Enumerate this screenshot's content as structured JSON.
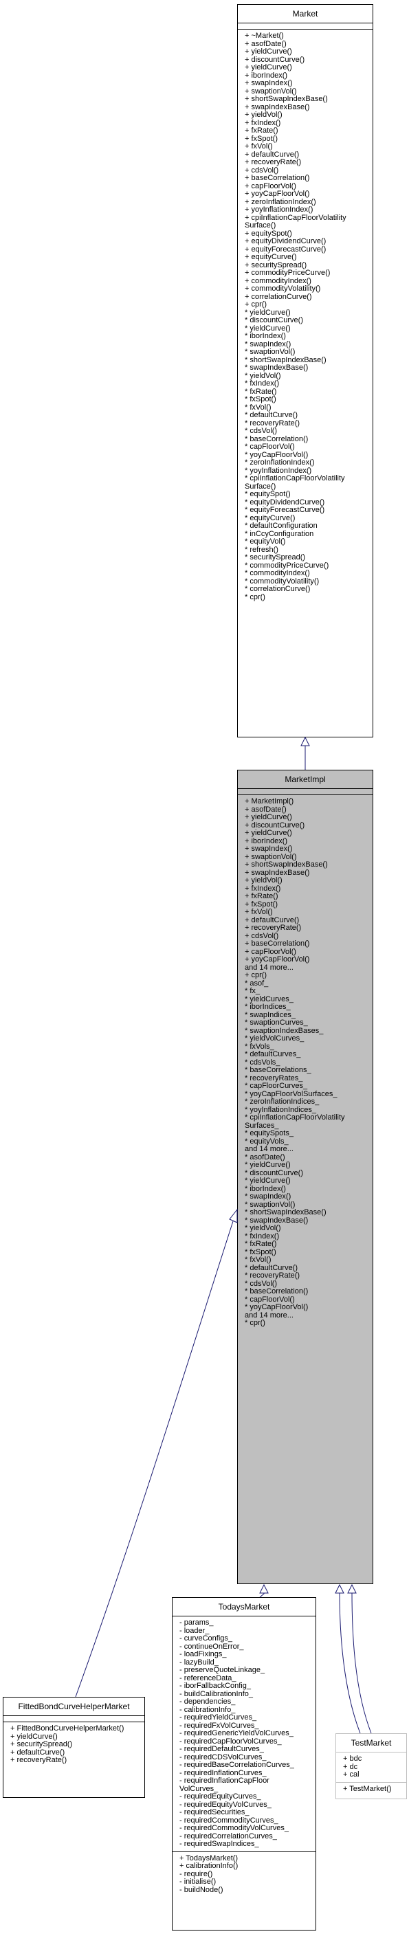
{
  "classes": {
    "market": {
      "name": "Market",
      "attributes": [],
      "methods": [
        "+ ~Market()",
        "+ asofDate()",
        "+ yieldCurve()",
        "+ discountCurve()",
        "+ yieldCurve()",
        "+ iborIndex()",
        "+ swapIndex()",
        "+ swaptionVol()",
        "+ shortSwapIndexBase()",
        "+ swapIndexBase()",
        "+ yieldVol()",
        "+ fxIndex()",
        "+ fxRate()",
        "+ fxSpot()",
        "+ fxVol()",
        "+ defaultCurve()",
        "+ recoveryRate()",
        "+ cdsVol()",
        "+ baseCorrelation()",
        "+ capFloorVol()",
        "+ yoyCapFloorVol()",
        "+ zeroInflationIndex()",
        "+ yoyInflationIndex()",
        "+ cpiInflationCapFloorVolatility",
        "Surface()",
        "+ equitySpot()",
        "+ equityDividendCurve()",
        "+ equityForecastCurve()",
        "+ equityCurve()",
        "+ securitySpread()",
        "+ commodityPriceCurve()",
        "+ commodityIndex()",
        "+ commodityVolatility()",
        "+ correlationCurve()",
        "+ cpr()",
        "* yieldCurve()",
        "* discountCurve()",
        "* yieldCurve()",
        "* iborIndex()",
        "* swapIndex()",
        "* swaptionVol()",
        "* shortSwapIndexBase()",
        "* swapIndexBase()",
        "* yieldVol()",
        "* fxIndex()",
        "* fxRate()",
        "* fxSpot()",
        "* fxVol()",
        "* defaultCurve()",
        "* recoveryRate()",
        "* cdsVol()",
        "* baseCorrelation()",
        "* capFloorVol()",
        "* yoyCapFloorVol()",
        "* zeroInflationIndex()",
        "* yoyInflationIndex()",
        "* cpiInflationCapFloorVolatility",
        "Surface()",
        "* equitySpot()",
        "* equityDividendCurve()",
        "* equityForecastCurve()",
        "* equityCurve()",
        "* defaultConfiguration",
        "* inCcyConfiguration",
        "* equityVol()",
        "* refresh()",
        "* securitySpread()",
        "* commodityPriceCurve()",
        "* commodityIndex()",
        "* commodityVolatility()",
        "* correlationCurve()",
        "* cpr()"
      ]
    },
    "marketimpl": {
      "name": "MarketImpl",
      "attributes": [],
      "methods": [
        "+ MarketImpl()",
        "+ asofDate()",
        "+ yieldCurve()",
        "+ discountCurve()",
        "+ yieldCurve()",
        "+ iborIndex()",
        "+ swapIndex()",
        "+ swaptionVol()",
        "+ shortSwapIndexBase()",
        "+ swapIndexBase()",
        "+ yieldVol()",
        "+ fxIndex()",
        "+ fxRate()",
        "+ fxSpot()",
        "+ fxVol()",
        "+ defaultCurve()",
        "+ recoveryRate()",
        "+ cdsVol()",
        "+ baseCorrelation()",
        "+ capFloorVol()",
        "+ yoyCapFloorVol()",
        "and 14 more...",
        "+ cpr()",
        "* asof_",
        "* fx_",
        "* yieldCurves_",
        "* iborIndices_",
        "* swapIndices_",
        "* swaptionCurves_",
        "* swaptionIndexBases_",
        "* yieldVolCurves_",
        "* fxVols_",
        "* defaultCurves_",
        "* cdsVols_",
        "* baseCorrelations_",
        "* recoveryRates_",
        "* capFloorCurves_",
        "* yoyCapFloorVolSurfaces_",
        "* zeroInflationIndices_",
        "* yoyInflationIndices_",
        "* cpiInflationCapFloorVolatility",
        "Surfaces_",
        "* equitySpots_",
        "* equityVols_",
        "and 14 more...",
        "* asofDate()",
        "* yieldCurve()",
        "* discountCurve()",
        "* yieldCurve()",
        "* iborIndex()",
        "* swapIndex()",
        "* swaptionVol()",
        "* shortSwapIndexBase()",
        "* swapIndexBase()",
        "* yieldVol()",
        "* fxIndex()",
        "* fxRate()",
        "* fxSpot()",
        "* fxVol()",
        "* defaultCurve()",
        "* recoveryRate()",
        "* cdsVol()",
        "* baseCorrelation()",
        "* capFloorVol()",
        "* yoyCapFloorVol()",
        "and 14 more...",
        "* cpr()"
      ]
    },
    "fittedbond": {
      "name": "FittedBondCurveHelperMarket",
      "attributes": [],
      "methods": [
        "+ FittedBondCurveHelperMarket()",
        "+ yieldCurve()",
        "+ securitySpread()",
        "+ defaultCurve()",
        "+ recoveryRate()"
      ]
    },
    "todaysmarket": {
      "name": "TodaysMarket",
      "attributes": [
        "- params_",
        "- loader_",
        "- curveConfigs_",
        "- continueOnError_",
        "- loadFixings_",
        "- lazyBuild_",
        "- preserveQuoteLinkage_",
        "- referenceData_",
        "- iborFallbackConfig_",
        "- buildCalibrationInfo_",
        "- dependencies_",
        "- calibrationInfo_",
        "- requiredYieldCurves_",
        "- requiredFxVolCurves_",
        "- requiredGenericYieldVolCurves_",
        "- requiredCapFloorVolCurves_",
        "- requiredDefaultCurves_",
        "- requiredCDSVolCurves_",
        "- requiredBaseCorrelationCurves_",
        "- requiredInflationCurves_",
        "- requiredInflationCapFloor",
        "VolCurves_",
        "- requiredEquityCurves_",
        "- requiredEquityVolCurves_",
        "- requiredSecurities_",
        "- requiredCommodityCurves_",
        "- requiredCommodityVolCurves_",
        "- requiredCorrelationCurves_",
        "- requiredSwapIndices_"
      ],
      "methods": [
        "+ TodaysMarket()",
        "+ calibrationInfo()",
        "- require()",
        "- initialise()",
        "- buildNode()"
      ]
    },
    "testmarket": {
      "name": "TestMarket",
      "attributes": [
        "+ bdc",
        "+ dc",
        "+ cal"
      ],
      "methods": [
        "+ TestMarket()"
      ]
    }
  },
  "colors": {
    "edge": "#191970",
    "focus_fill": "#bfbfbf",
    "ghost_border": "#bfbfbf"
  }
}
